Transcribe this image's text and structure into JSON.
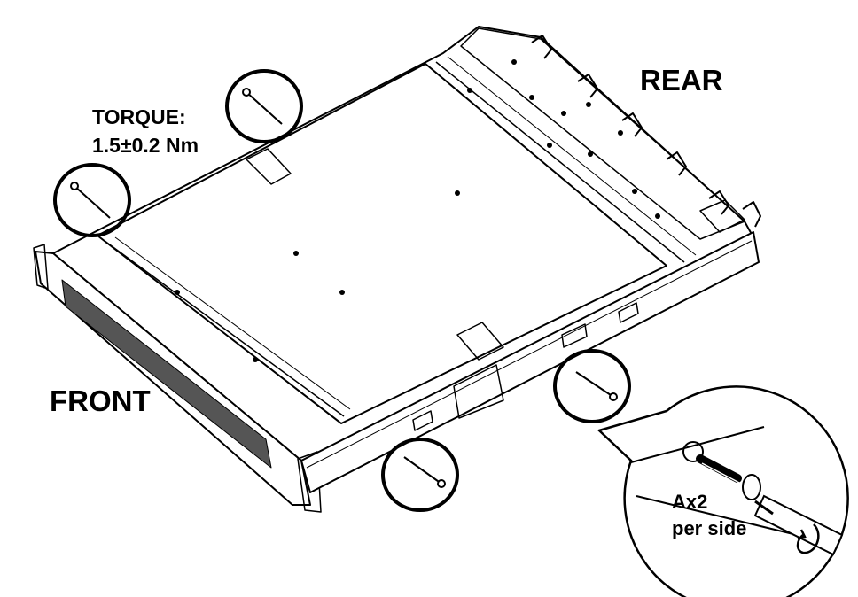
{
  "labels": {
    "torque_line1": "TORQUE:",
    "torque_line2": "1.5±0.2 Nm",
    "rear": "REAR",
    "front": "FRONT",
    "screw_count_line1": "Ax2",
    "screw_count_line2": "per side"
  },
  "icons": [
    "screw-icon",
    "screwdriver-icon",
    "rotation-arrow-icon"
  ],
  "colors": {
    "line": "#000000",
    "background": "#ffffff"
  }
}
